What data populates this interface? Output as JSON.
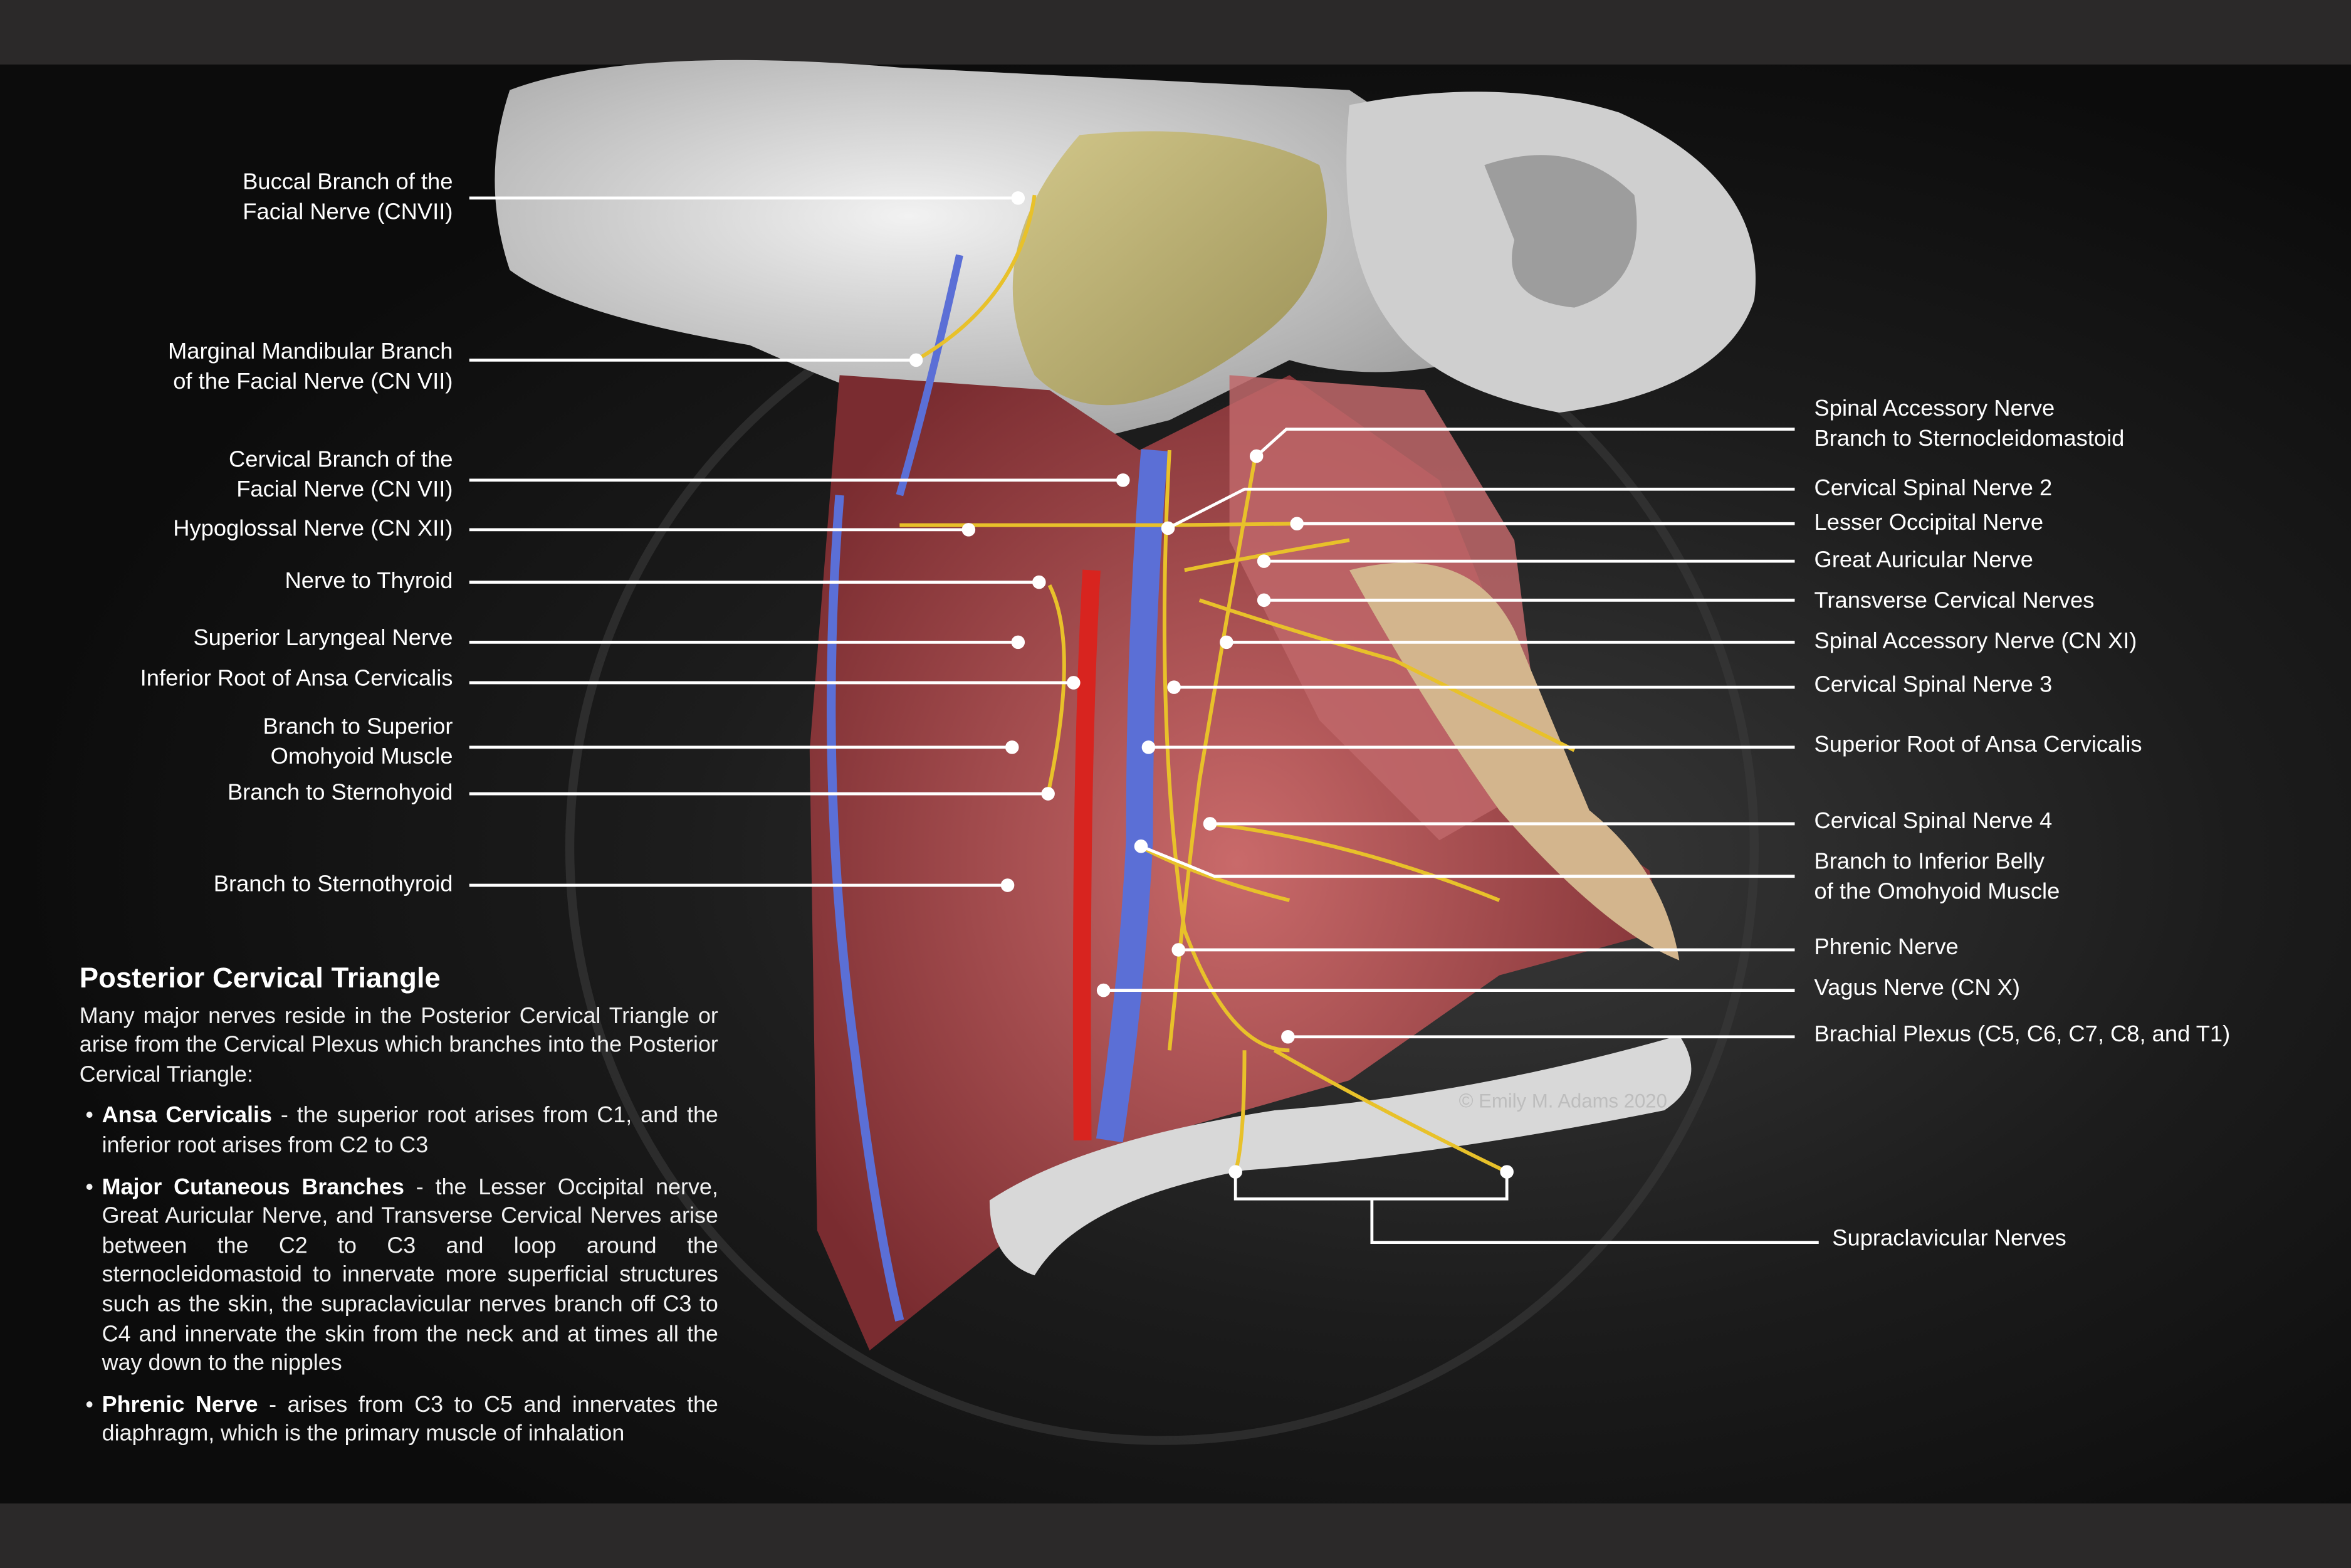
{
  "left_labels": [
    {
      "lines": [
        "Buccal Branch of the",
        "Facial Nerve (CNVII)"
      ]
    },
    {
      "lines": [
        "Marginal Mandibular Branch",
        "of the Facial Nerve (CN VII)"
      ]
    },
    {
      "lines": [
        "Cervical Branch of the",
        "Facial Nerve (CN VII)"
      ]
    },
    {
      "lines": [
        "Hypoglossal Nerve (CN  XII)"
      ]
    },
    {
      "lines": [
        "Nerve to Thyroid"
      ]
    },
    {
      "lines": [
        "Superior Laryngeal Nerve"
      ]
    },
    {
      "lines": [
        "Inferior Root of Ansa Cervicalis"
      ]
    },
    {
      "lines": [
        "Branch to Superior",
        "Omohyoid Muscle"
      ]
    },
    {
      "lines": [
        "Branch to Sternohyoid"
      ]
    },
    {
      "lines": [
        "Branch to Sternothyroid"
      ]
    }
  ],
  "right_labels": [
    {
      "lines": [
        "Spinal Accessory Nerve",
        "Branch to Sternocleidomastoid"
      ]
    },
    {
      "lines": [
        "Cervical Spinal Nerve 2"
      ]
    },
    {
      "lines": [
        "Lesser Occipital Nerve"
      ]
    },
    {
      "lines": [
        "Great Auricular Nerve"
      ]
    },
    {
      "lines": [
        "Transverse Cervical Nerves"
      ]
    },
    {
      "lines": [
        "Spinal Accessory Nerve (CN XI)"
      ]
    },
    {
      "lines": [
        "Cervical Spinal Nerve 3"
      ]
    },
    {
      "lines": [
        "Superior Root of Ansa Cervicalis"
      ]
    },
    {
      "lines": [
        "Cervical Spinal Nerve 4"
      ]
    },
    {
      "lines": [
        "Branch to Inferior Belly",
        "of the Omohyoid Muscle"
      ]
    },
    {
      "lines": [
        "Phrenic Nerve"
      ]
    },
    {
      "lines": [
        "Vagus Nerve (CN X)"
      ]
    },
    {
      "lines": [
        "Brachial Plexus (C5, C6, C7, C8, and T1)"
      ]
    },
    {
      "lines": [
        "Supraclavicular Nerves"
      ]
    }
  ],
  "description": {
    "title": "Posterior Cervical Triangle",
    "intro": "Many major nerves reside in the Posterior Cervical Triangle or arise from the Cervical Plexus which branches into the Posterior Cervical Triangle:",
    "bullets": [
      {
        "term": "Ansa Cervicalis",
        "text": " -  the superior root arises from C1, and the inferior root arises from C2 to C3"
      },
      {
        "term": "Major Cutaneous Branches",
        "text": " - the Lesser Occipital nerve, Great Auricular Nerve, and Transverse Cervical Nerves arise between the C2 to C3 and loop around the sternocleidomastoid to innervate more superficial structures such as the skin, the supraclavicular nerves branch off C3 to C4 and innervate the skin from the neck and at times all the way down to the nipples"
      },
      {
        "term": "Phrenic Nerve",
        "text": " - arises from C3 to C5 and innervates the diaphragm, which is the primary muscle of inhalation"
      }
    ]
  },
  "copyright": "© Emily M. Adams 2020",
  "colors": {
    "nerve": "#e8c12a",
    "vein": "#5b6fd6",
    "artery": "#d8241f",
    "muscle": "#b8555a",
    "bone": "#d9d9d9"
  }
}
